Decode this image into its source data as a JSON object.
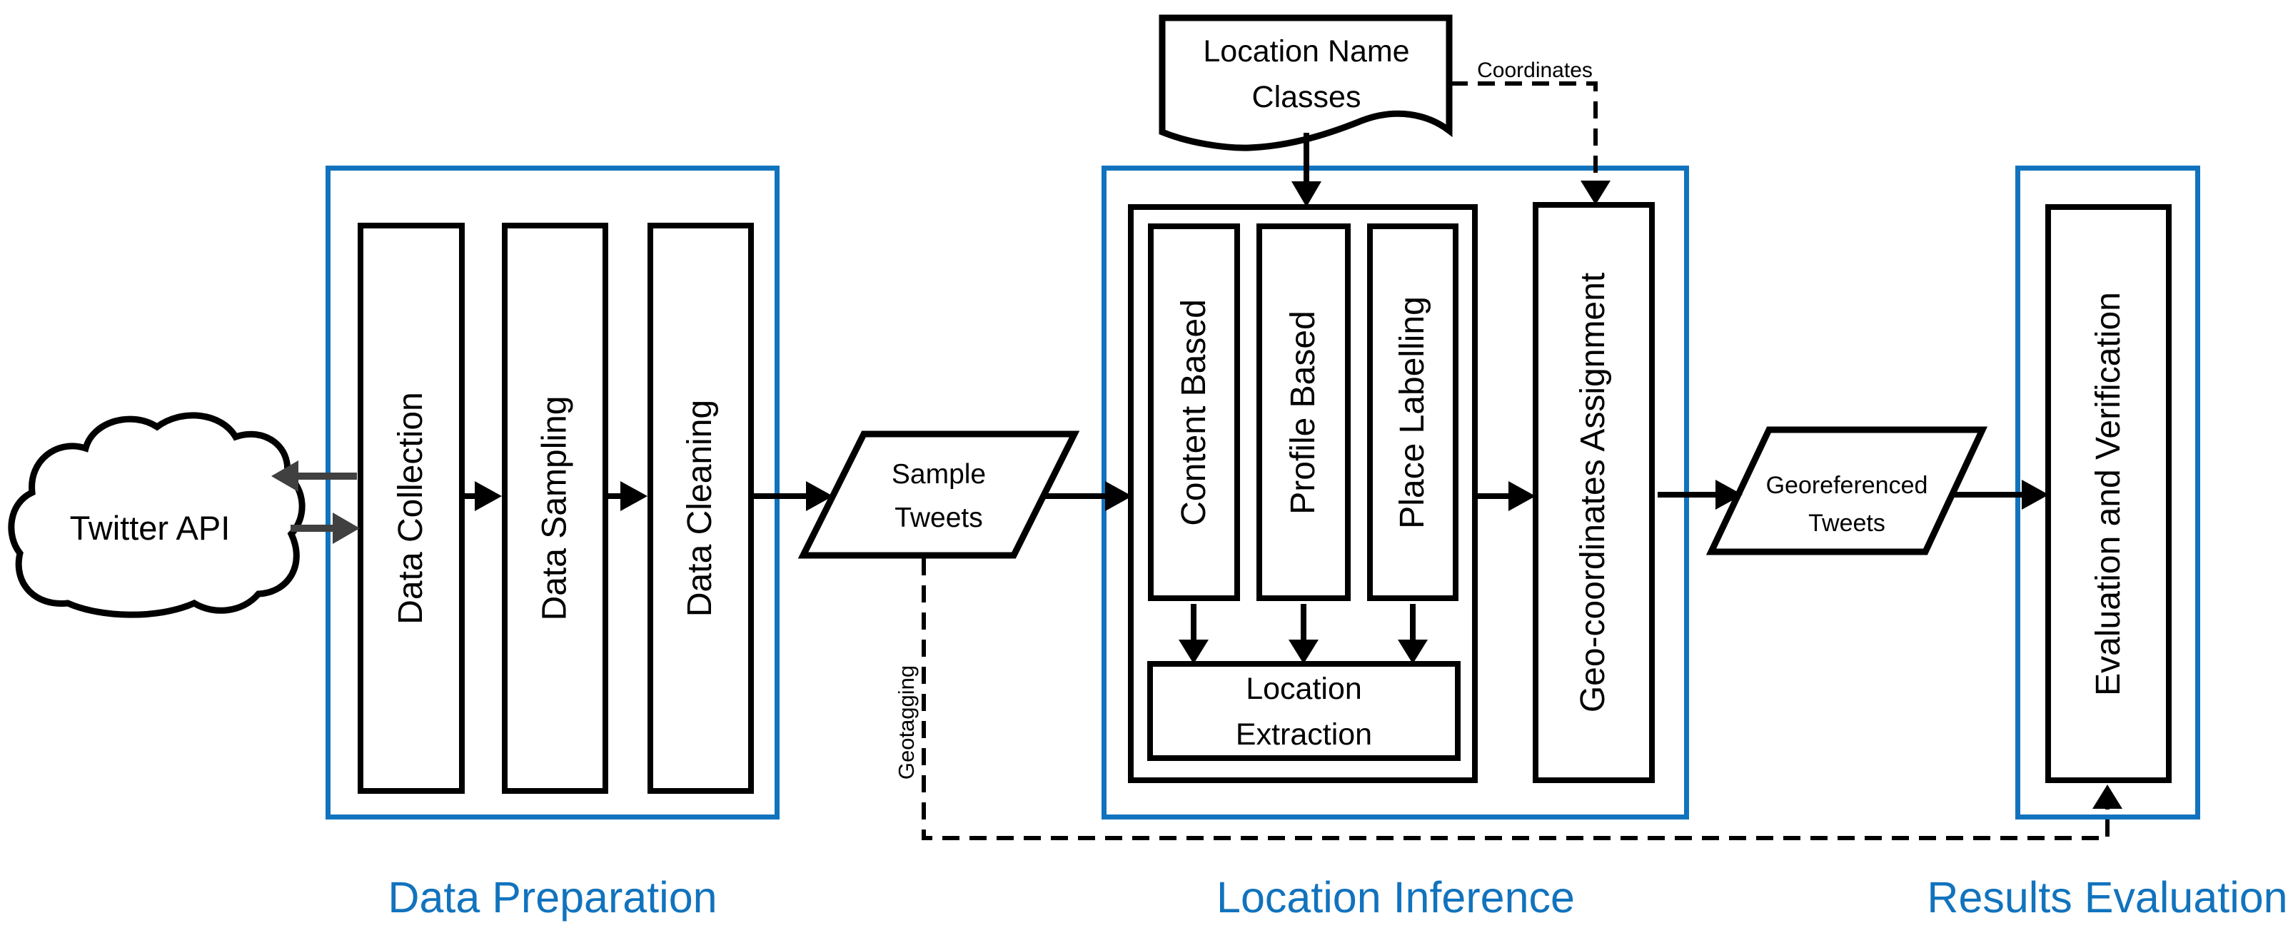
{
  "colors": {
    "accent_blue": "#1173BD",
    "arrow_gray": "#404040",
    "shape_black": "#000000"
  },
  "cloud": {
    "label": "Twitter API"
  },
  "document": {
    "lines": [
      "Location Name",
      "Classes"
    ]
  },
  "connector_labels": {
    "coordinates": "Coordinates",
    "geotagging": "Geotagging"
  },
  "io_shapes": {
    "sample_tweets": {
      "lines": [
        "Sample",
        "Tweets"
      ]
    },
    "georeferenced_tweets": {
      "lines": [
        "Georeferenced",
        "Tweets"
      ]
    }
  },
  "sections": {
    "data_preparation": {
      "label": "Data Preparation",
      "steps": [
        "Data Collection",
        "Data Sampling",
        "Data Cleaning"
      ]
    },
    "location_inference": {
      "label": "Location Inference",
      "methods": [
        "Content Based",
        "Profile Based",
        "Place Labelling"
      ],
      "extraction_lines": [
        "Location",
        "Extraction"
      ],
      "assignment": "Geo-coordinates Assignment"
    },
    "results_evaluation": {
      "label": "Results Evaluation",
      "box": "Evaluation and Verification"
    }
  }
}
